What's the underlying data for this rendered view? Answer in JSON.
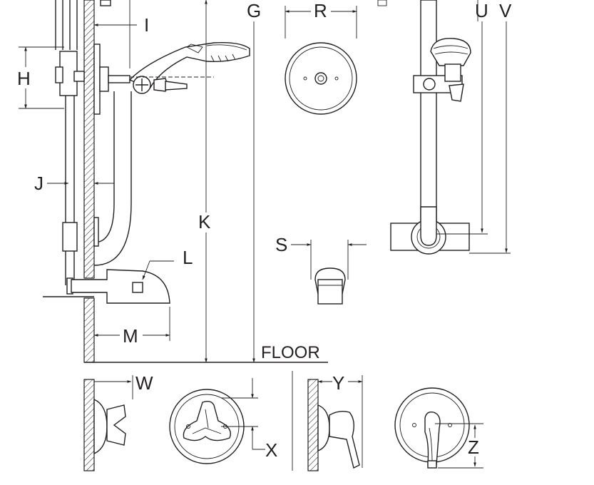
{
  "labels": {
    "G": "G",
    "R": "R",
    "U": "U",
    "V": "V",
    "I": "I",
    "H": "H",
    "J": "J",
    "K": "K",
    "L": "L",
    "S": "S",
    "M": "M",
    "W": "W",
    "X": "X",
    "Y": "Y",
    "Z": "Z"
  },
  "floor_label": "FLOOR"
}
